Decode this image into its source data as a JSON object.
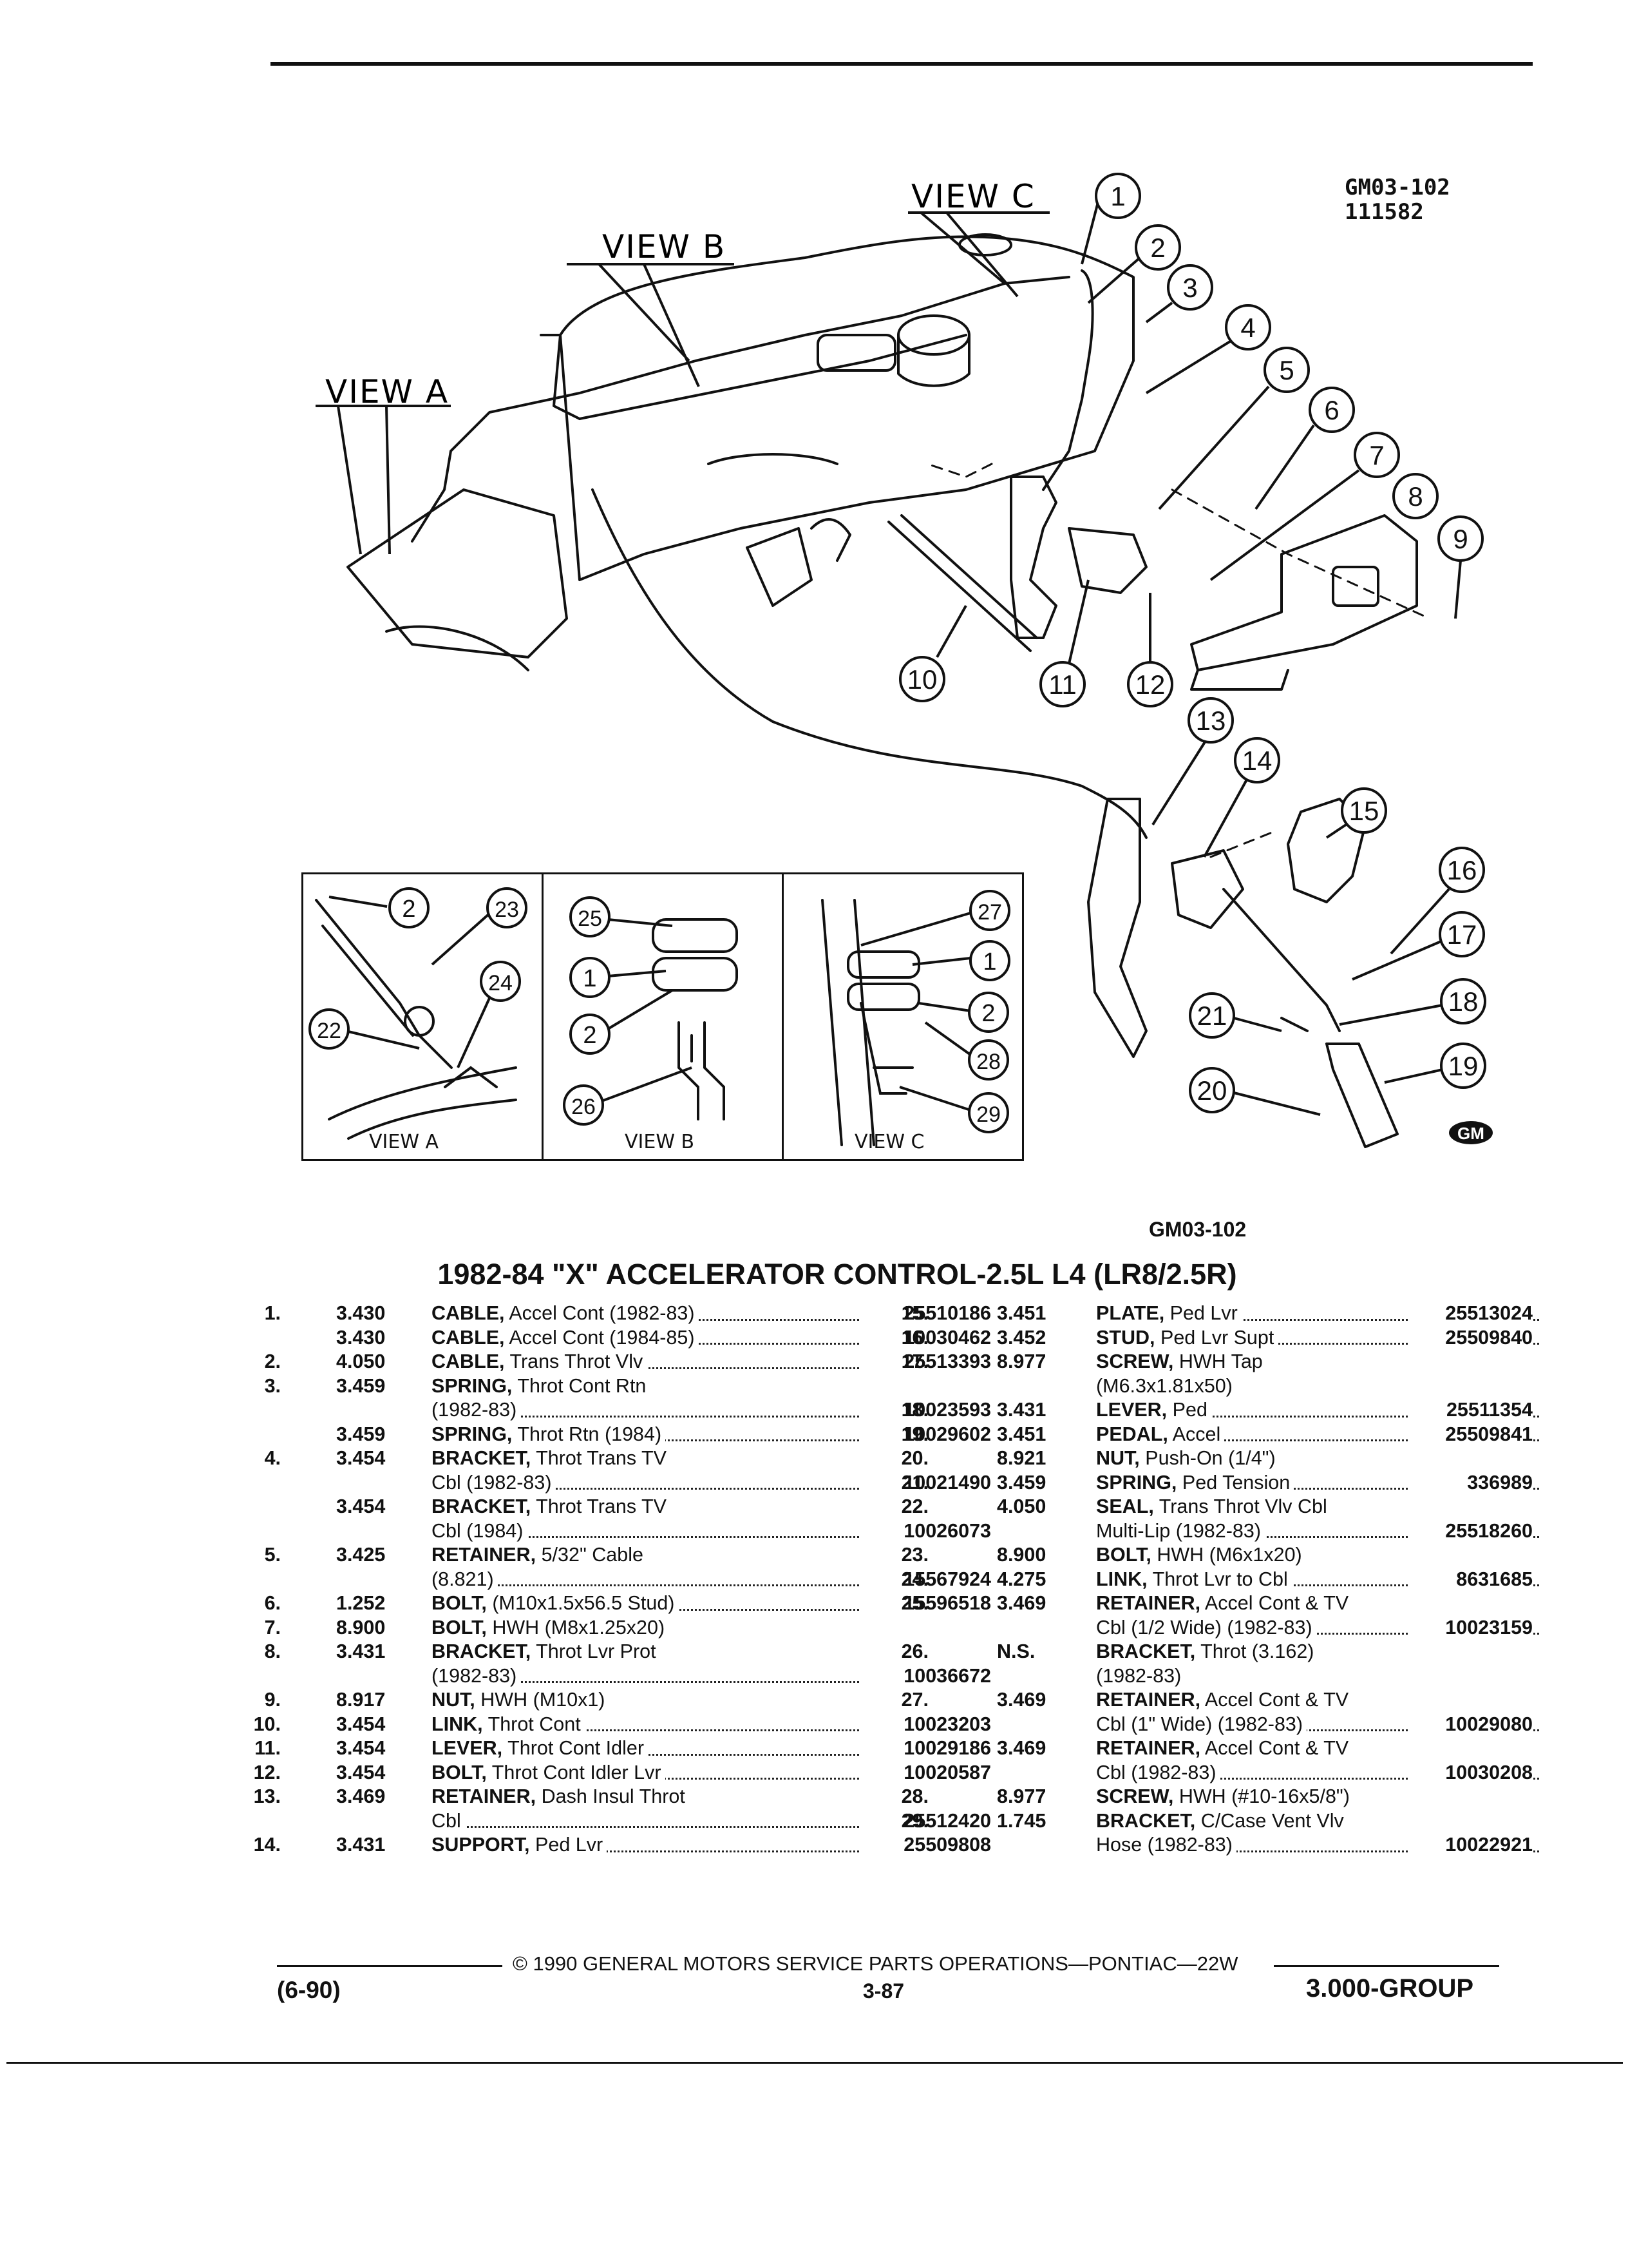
{
  "header": {
    "code_line1": "GM03-102",
    "code_line2": "111582"
  },
  "views": {
    "a": "VIEW A",
    "b": "VIEW B",
    "c": "VIEW C",
    "a_caption": "VIEW A",
    "b_caption": "VIEW B",
    "c_caption": "VIEW C"
  },
  "callouts": [
    "1",
    "2",
    "3",
    "4",
    "5",
    "6",
    "7",
    "8",
    "9",
    "10",
    "11",
    "12",
    "13",
    "14",
    "15",
    "16",
    "17",
    "18",
    "19",
    "20",
    "21",
    "22",
    "23",
    "24",
    "25",
    "26",
    "27",
    "28",
    "29"
  ],
  "inset_callouts": {
    "a": [
      "2",
      "23",
      "22",
      "24"
    ],
    "b": [
      "25",
      "1",
      "2",
      "26"
    ],
    "c": [
      "27",
      "1",
      "2",
      "28",
      "29"
    ]
  },
  "gm_logo": "GM",
  "figure_code": "GM03-102",
  "title": "1982-84 \"X\" ACCELERATOR CONTROL-2.5L L4 (LR8/2.5R)",
  "parts_left": [
    {
      "item": "1.",
      "group": "3.430",
      "name": "CABLE,",
      "desc": "Accel Cont (1982-83)",
      "part": "25510186"
    },
    {
      "item": "",
      "group": "3.430",
      "name": "CABLE,",
      "desc": "Accel Cont (1984-85)",
      "part": "10030462"
    },
    {
      "item": "2.",
      "group": "4.050",
      "name": "CABLE,",
      "desc": "Trans Throt Vlv",
      "part": "25513393"
    },
    {
      "item": "3.",
      "group": "3.459",
      "name": "SPRING,",
      "desc": "Throt Cont Rtn",
      "part": ""
    },
    {
      "item": "",
      "group": "",
      "name": "",
      "desc": "(1982-83)",
      "part": "10023593"
    },
    {
      "item": "",
      "group": "3.459",
      "name": "SPRING,",
      "desc": "Throt Rtn (1984)",
      "part": "10029602"
    },
    {
      "item": "4.",
      "group": "3.454",
      "name": "BRACKET,",
      "desc": "Throt Trans TV",
      "part": ""
    },
    {
      "item": "",
      "group": "",
      "name": "",
      "desc": "Cbl (1982-83)",
      "part": "10021490"
    },
    {
      "item": "",
      "group": "3.454",
      "name": "BRACKET,",
      "desc": "Throt Trans TV",
      "part": ""
    },
    {
      "item": "",
      "group": "",
      "name": "",
      "desc": "Cbl (1984)",
      "part": "10026073"
    },
    {
      "item": "5.",
      "group": "3.425",
      "name": "RETAINER,",
      "desc": "5/32\" Cable",
      "part": ""
    },
    {
      "item": "",
      "group": "",
      "name": "",
      "desc": "(8.821)",
      "part": "15567924"
    },
    {
      "item": "6.",
      "group": "1.252",
      "name": "BOLT,",
      "desc": "(M10x1.5x56.5 Stud)",
      "part": "15596518"
    },
    {
      "item": "7.",
      "group": "8.900",
      "name": "BOLT,",
      "desc": "HWH (M8x1.25x20)",
      "part": ""
    },
    {
      "item": "8.",
      "group": "3.431",
      "name": "BRACKET,",
      "desc": "Throt Lvr Prot",
      "part": ""
    },
    {
      "item": "",
      "group": "",
      "name": "",
      "desc": "(1982-83)",
      "part": "10036672"
    },
    {
      "item": "9.",
      "group": "8.917",
      "name": "NUT,",
      "desc": "HWH (M10x1)",
      "part": ""
    },
    {
      "item": "10.",
      "group": "3.454",
      "name": "LINK,",
      "desc": "Throt Cont",
      "part": "10023203"
    },
    {
      "item": "11.",
      "group": "3.454",
      "name": "LEVER,",
      "desc": "Throt Cont Idler",
      "part": "10029186"
    },
    {
      "item": "12.",
      "group": "3.454",
      "name": "BOLT,",
      "desc": "Throt Cont Idler Lvr",
      "part": "10020587"
    },
    {
      "item": "13.",
      "group": "3.469",
      "name": "RETAINER,",
      "desc": "Dash Insul Throt",
      "part": ""
    },
    {
      "item": "",
      "group": "",
      "name": "",
      "desc": "Cbl",
      "part": "25512420"
    },
    {
      "item": "14.",
      "group": "3.431",
      "name": "SUPPORT,",
      "desc": "Ped Lvr",
      "part": "25509808"
    }
  ],
  "parts_right": [
    {
      "item": "15.",
      "group": "3.451",
      "name": "PLATE,",
      "desc": "Ped Lvr",
      "part": "25513024"
    },
    {
      "item": "16.",
      "group": "3.452",
      "name": "STUD,",
      "desc": "Ped Lvr Supt",
      "part": "25509840"
    },
    {
      "item": "17.",
      "group": "8.977",
      "name": "SCREW,",
      "desc": "HWH Tap",
      "part": ""
    },
    {
      "item": "",
      "group": "",
      "name": "",
      "desc": "(M6.3x1.81x50)",
      "part": ""
    },
    {
      "item": "18.",
      "group": "3.431",
      "name": "LEVER,",
      "desc": "Ped",
      "part": "25511354"
    },
    {
      "item": "19.",
      "group": "3.451",
      "name": "PEDAL,",
      "desc": "Accel",
      "part": "25509841"
    },
    {
      "item": "20.",
      "group": "8.921",
      "name": "NUT,",
      "desc": "Push-On (1/4\")",
      "part": ""
    },
    {
      "item": "21.",
      "group": "3.459",
      "name": "SPRING,",
      "desc": "Ped Tension",
      "part": "336989"
    },
    {
      "item": "22.",
      "group": "4.050",
      "name": "SEAL,",
      "desc": "Trans Throt Vlv Cbl",
      "part": ""
    },
    {
      "item": "",
      "group": "",
      "name": "",
      "desc": "Multi-Lip (1982-83)",
      "part": "25518260"
    },
    {
      "item": "23.",
      "group": "8.900",
      "name": "BOLT,",
      "desc": "HWH (M6x1x20)",
      "part": ""
    },
    {
      "item": "24.",
      "group": "4.275",
      "name": "LINK,",
      "desc": "Throt Lvr to Cbl",
      "part": "8631685"
    },
    {
      "item": "25.",
      "group": "3.469",
      "name": "RETAINER,",
      "desc": "Accel Cont & TV",
      "part": ""
    },
    {
      "item": "",
      "group": "",
      "name": "",
      "desc": "Cbl (1/2 Wide) (1982-83)",
      "part": "10023159"
    },
    {
      "item": "26.",
      "group": "N.S.",
      "name": "BRACKET,",
      "desc": "Throt (3.162)",
      "part": ""
    },
    {
      "item": "",
      "group": "",
      "name": "",
      "desc": "(1982-83)",
      "part": ""
    },
    {
      "item": "27.",
      "group": "3.469",
      "name": "RETAINER,",
      "desc": "Accel Cont & TV",
      "part": ""
    },
    {
      "item": "",
      "group": "",
      "name": "",
      "desc": "Cbl (1\" Wide) (1982-83)",
      "part": "10029080"
    },
    {
      "item": "",
      "group": "3.469",
      "name": "RETAINER,",
      "desc": "Accel Cont & TV",
      "part": ""
    },
    {
      "item": "",
      "group": "",
      "name": "",
      "desc": "Cbl (1982-83)",
      "part": "10030208"
    },
    {
      "item": "28.",
      "group": "8.977",
      "name": "SCREW,",
      "desc": "HWH (#10-16x5/8\")",
      "part": ""
    },
    {
      "item": "29.",
      "group": "1.745",
      "name": "BRACKET,",
      "desc": "C/Case Vent Vlv",
      "part": ""
    },
    {
      "item": "",
      "group": "",
      "name": "",
      "desc": "Hose (1982-83)",
      "part": "10022921"
    }
  ],
  "footer": {
    "copyright": "© 1990 GENERAL MOTORS SERVICE PARTS OPERATIONS—PONTIAC—22W",
    "date": "(6-90)",
    "page": "3-87",
    "group": "3.000-GROUP"
  }
}
